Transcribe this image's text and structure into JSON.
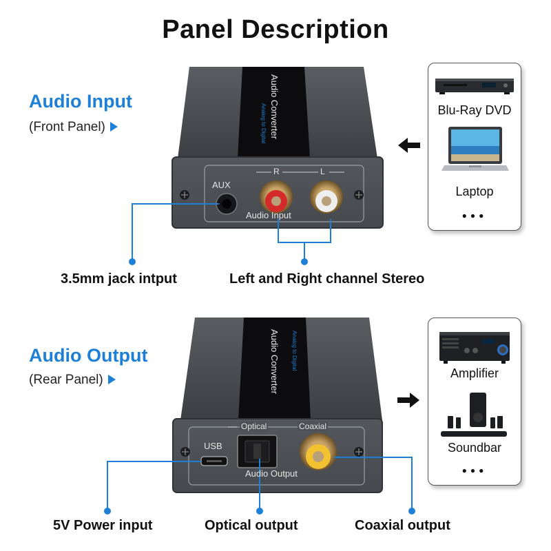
{
  "title": "Panel Description",
  "input_section": {
    "title": "Audio Input",
    "subtitle": "(Front Panel)",
    "device": {
      "top_label": "Audio Converter",
      "top_sublabel": "Analog to Digital",
      "aux_label": "AUX",
      "r_label": "R",
      "l_label": "L",
      "panel_label": "Audio Input"
    },
    "callouts": [
      "3.5mm jack intput",
      "Left and Right channel Stereo"
    ],
    "source_card": {
      "items": [
        "Blu-Ray DVD",
        "Laptop"
      ],
      "more": "●●●"
    }
  },
  "output_section": {
    "title": "Audio Output",
    "subtitle": "(Rear Panel)",
    "device": {
      "top_label": "Audio Converter",
      "top_sublabel": "Analog to Digital",
      "optical_label": "Optical",
      "coaxial_label": "Coaxial",
      "usb_label": "USB",
      "panel_label": "Audio Output"
    },
    "callouts": [
      "5V Power input",
      "Optical output",
      "Coaxial output"
    ],
    "dest_card": {
      "items": [
        "Amplifier",
        "Soundbar"
      ],
      "more": "●●●"
    }
  },
  "colors": {
    "accent": "#1e7fd6",
    "device_body": "#4a4d52",
    "device_top": "#0c0c0e",
    "rca_red": "#d42a2a",
    "rca_white": "#f0f0f0",
    "rca_yellow": "#f2c230"
  },
  "icons": [
    "arrow-left-icon",
    "arrow-right-icon",
    "blu-ray-player-icon",
    "laptop-icon",
    "amplifier-icon",
    "soundbar-icon"
  ]
}
